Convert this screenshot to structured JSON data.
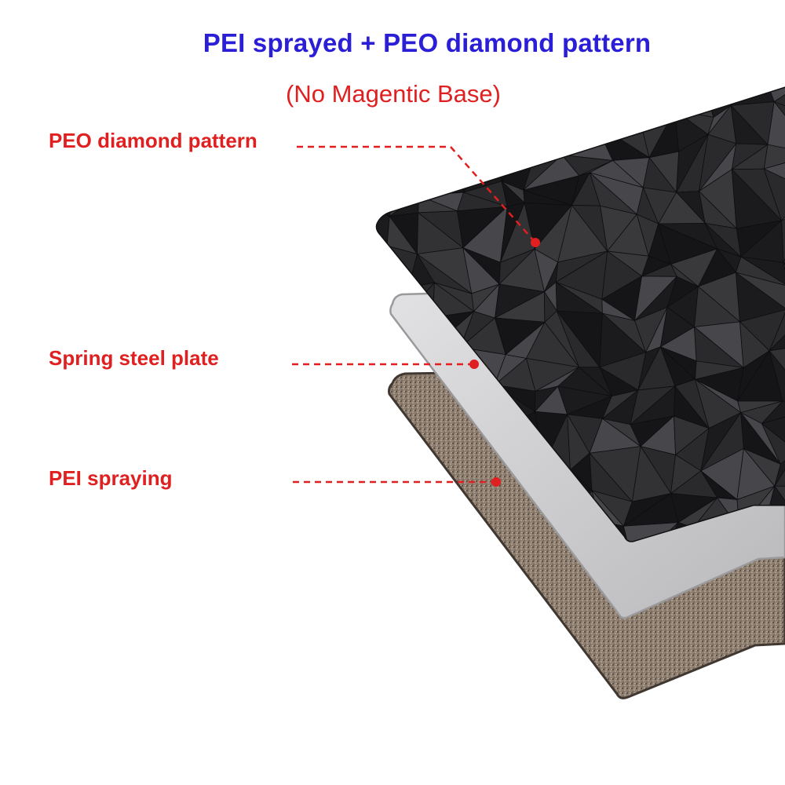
{
  "title": "PEI sprayed + PEO diamond pattern",
  "subtitle": "(No Magentic Base)",
  "layers": [
    {
      "id": "peo",
      "label": "PEO diamond pattern"
    },
    {
      "id": "steel",
      "label": "Spring steel plate"
    },
    {
      "id": "pei",
      "label": "PEI spraying"
    }
  ],
  "colors": {
    "title": "#2a1fd6",
    "labels": "#e02020",
    "pei_surface": "#8a7a6c",
    "steel_surface": "#c9c9cb",
    "peo_surface": "#262628"
  }
}
